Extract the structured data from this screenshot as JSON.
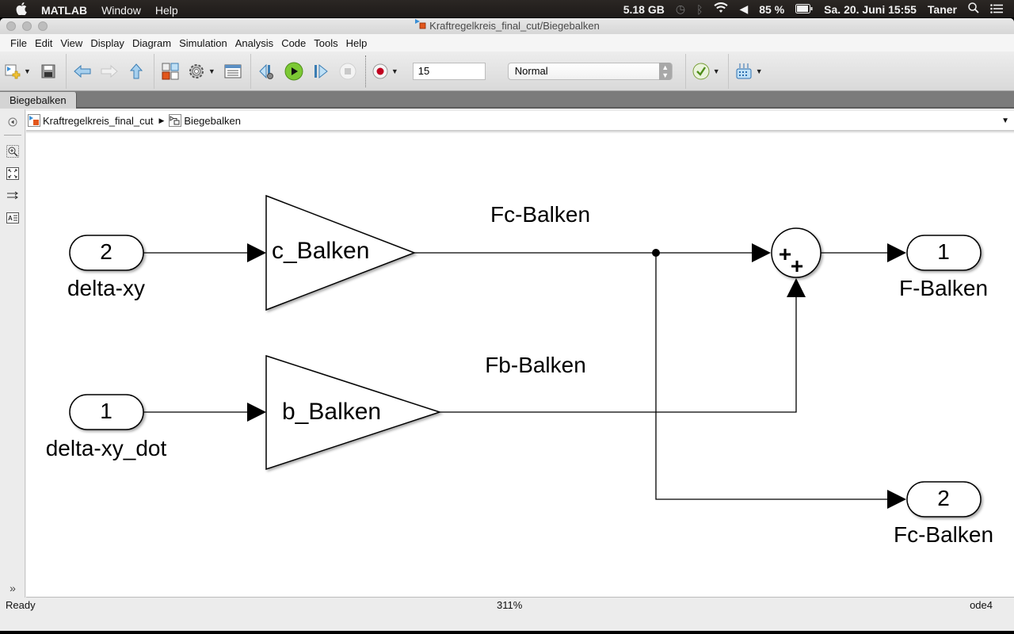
{
  "mac_menubar": {
    "app_name": "MATLAB",
    "menus": [
      "Window",
      "Help"
    ],
    "memory": "5.18 GB",
    "battery": "85 %",
    "datetime": "Sa. 20. Juni 15:55",
    "user": "Taner"
  },
  "window": {
    "title": "Kraftregelkreis_final_cut/Biegebalken"
  },
  "menubar": {
    "items": [
      "File",
      "Edit",
      "View",
      "Display",
      "Diagram",
      "Simulation",
      "Analysis",
      "Code",
      "Tools",
      "Help"
    ]
  },
  "toolbar": {
    "stop_time": "15",
    "sim_mode": "Normal",
    "icons": [
      "new-model-icon",
      "save-icon",
      "back-icon",
      "forward-icon",
      "up-icon",
      "library-browser-icon",
      "settings-gear-icon",
      "model-explorer-icon",
      "step-back-icon",
      "run-icon",
      "step-forward-icon",
      "stop-icon",
      "record-icon",
      "model-advisor-icon",
      "build-icon"
    ]
  },
  "tabs": [
    {
      "label": "Biegebalken",
      "active": true
    }
  ],
  "breadcrumb": {
    "items": [
      "Kraftregelkreis_final_cut",
      "Biegebalken"
    ]
  },
  "diagram": {
    "inports": [
      {
        "number": "2",
        "name": "delta-xy"
      },
      {
        "number": "1",
        "name": "delta-xy_dot"
      }
    ],
    "gains": [
      {
        "label": "c_Balken"
      },
      {
        "label": "b_Balken"
      }
    ],
    "signals": [
      {
        "label": "Fc-Balken"
      },
      {
        "label": "Fb-Balken"
      }
    ],
    "sum": {
      "signs": [
        "+",
        "+"
      ]
    },
    "outports": [
      {
        "number": "1",
        "name": "F-Balken"
      },
      {
        "number": "2",
        "name": "Fc-Balken"
      }
    ]
  },
  "statusbar": {
    "status": "Ready",
    "zoom": "311%",
    "solver": "ode4"
  }
}
